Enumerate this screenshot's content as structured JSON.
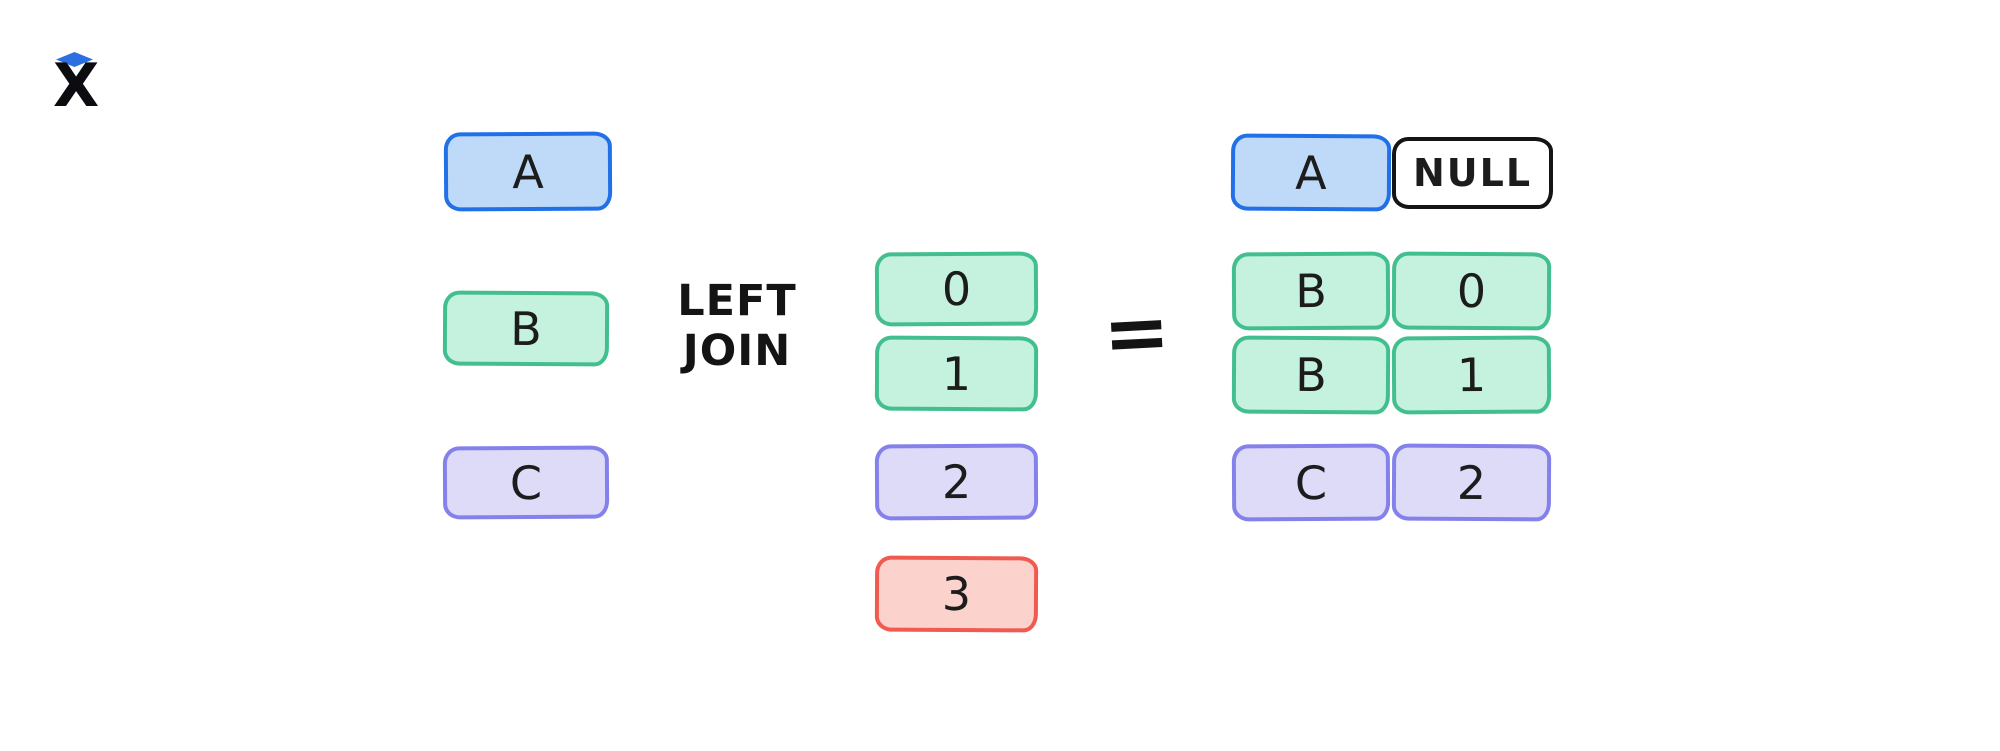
{
  "logo": {
    "mark": "X",
    "diamond_color": "#2b6fe0",
    "x_color": "#0c0c10"
  },
  "operator": {
    "line1": "LEFT",
    "line2": "JOIN"
  },
  "equals_sign": "=",
  "left_table": {
    "rows": [
      {
        "label": "A",
        "color": "blue"
      },
      {
        "label": "B",
        "color": "green"
      },
      {
        "label": "C",
        "color": "purple"
      }
    ]
  },
  "right_table": {
    "rows": [
      {
        "label": "0",
        "color": "green"
      },
      {
        "label": "1",
        "color": "green"
      },
      {
        "label": "2",
        "color": "purple"
      },
      {
        "label": "3",
        "color": "red"
      }
    ]
  },
  "result_table": {
    "rows": [
      {
        "left": {
          "label": "A",
          "color": "blue"
        },
        "right": {
          "label": "NULL",
          "color": "white"
        }
      },
      {
        "left": {
          "label": "B",
          "color": "green"
        },
        "right": {
          "label": "0",
          "color": "green"
        }
      },
      {
        "left": {
          "label": "B",
          "color": "green"
        },
        "right": {
          "label": "1",
          "color": "green"
        }
      },
      {
        "left": {
          "label": "C",
          "color": "purple"
        },
        "right": {
          "label": "2",
          "color": "purple"
        }
      }
    ]
  },
  "colors": {
    "background": "#ffffff",
    "text": "#1c1c1c",
    "blue_stroke": "#2270e8",
    "blue_fill": "#bedaf8",
    "green_stroke": "#43bf8f",
    "green_fill": "#c4f2de",
    "purple_stroke": "#8481ea",
    "purple_fill": "#dddbf8",
    "red_stroke": "#f05a50",
    "red_fill": "#fbd2cc",
    "null_stroke": "#151515",
    "null_fill": "#ffffff"
  }
}
